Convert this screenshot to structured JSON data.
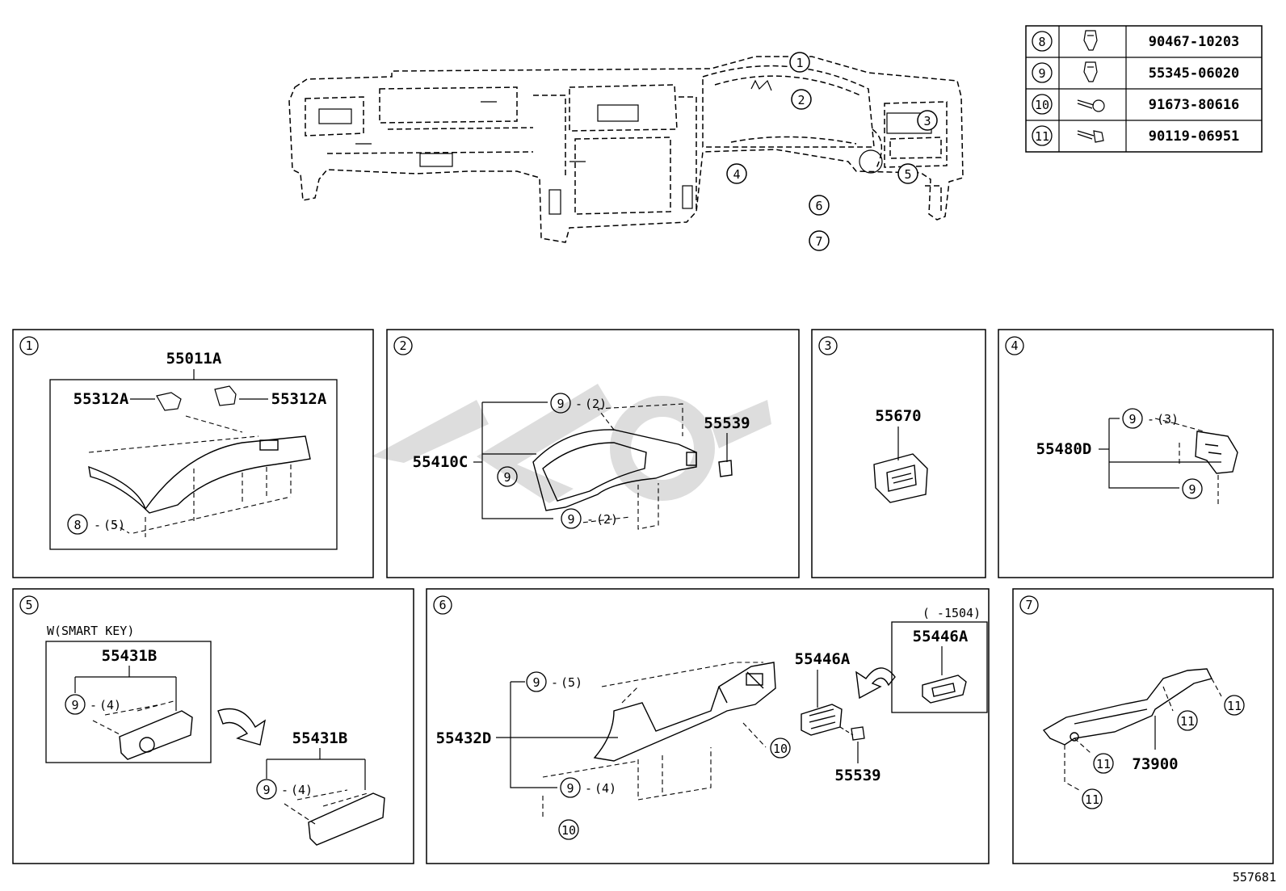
{
  "parts_table": [
    {
      "ref": "8",
      "part": "90467-10203"
    },
    {
      "ref": "9",
      "part": "55345-06020"
    },
    {
      "ref": "10",
      "part": "91673-80616"
    },
    {
      "ref": "11",
      "part": "90119-06951"
    }
  ],
  "overview_callouts": [
    "1",
    "2",
    "3",
    "4",
    "5",
    "6",
    "7"
  ],
  "panels": {
    "p1": {
      "num": "1",
      "part_main": "55011A",
      "part_a": "55312A",
      "part_b": "55312A",
      "fastener": "8",
      "qty": "(5)"
    },
    "p2": {
      "num": "2",
      "part_main": "55410C",
      "part_side": "55539",
      "f_top": "9",
      "q_top": "(2)",
      "f_mid": "9",
      "f_bot": "9",
      "q_bot": "(2)"
    },
    "p3": {
      "num": "3",
      "part_main": "55670"
    },
    "p4": {
      "num": "4",
      "part_main": "55480D",
      "f_top": "9",
      "q_top": "(3)",
      "f_bot": "9"
    },
    "p5": {
      "num": "5",
      "condition": "W(SMART KEY)",
      "part_inner": "55431B",
      "f_inner": "9",
      "q_inner": "(4)",
      "part_outer": "55431B",
      "f_outer": "9",
      "q_outer": "(4)"
    },
    "p6": {
      "num": "6",
      "part_main": "55432D",
      "f_top": "9",
      "q_top": "(5)",
      "f_bot": "9",
      "q_bot": "(4)",
      "screw_a": "10",
      "screw_b": "10",
      "part_vent": "55446A",
      "part_clip": "55539",
      "inset_cond": "(    -1504)",
      "inset_part": "55446A"
    },
    "p7": {
      "num": "7",
      "part_main": "73900",
      "b1": "11",
      "b2": "11",
      "b3": "11",
      "b4": "11"
    }
  },
  "doc_id": "557681"
}
